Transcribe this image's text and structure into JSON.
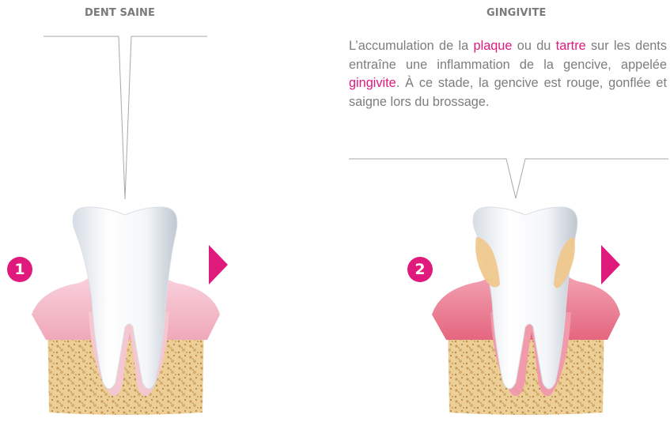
{
  "stages": [
    {
      "number": "1",
      "title": "DENT SAINE"
    },
    {
      "number": "2",
      "title": "GINGIVITE",
      "description": {
        "t1": "L’accumulation de la ",
        "h1": "plaque",
        "t2": " ou du ",
        "h2": "tartre",
        "t3": " sur les dents entraîne une inflammation de la gencive, appelée ",
        "h3": "gingivite",
        "t4": ". À ce stade, la gencive est rouge, gonflée et saigne lors du brossage."
      }
    }
  ],
  "colors": {
    "accent": "#e0197d",
    "healthy_gum": "#f2b8c6",
    "inflamed_gum": "#ea7f94",
    "bone": "#eccf97",
    "tartar": "#efc88d",
    "tooth": "#f7f9fb"
  }
}
